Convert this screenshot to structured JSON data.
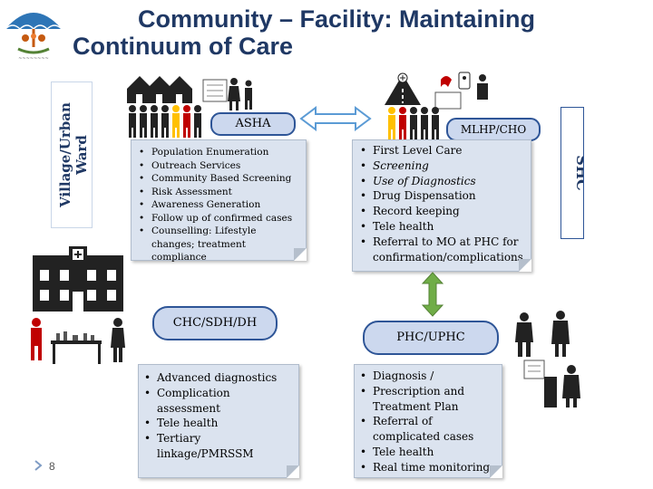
{
  "title": {
    "line1": "Community – Facility: Maintaining",
    "line2": "Continuum of Care"
  },
  "side_labels": {
    "left": "Village/Urban Ward",
    "left_line1": "Village/Urban",
    "left_line2": "Ward",
    "right": "SHC"
  },
  "asha": {
    "label": "ASHA",
    "items": [
      "Population Enumeration",
      "Outreach Services",
      "Community Based Screening",
      "Risk Assessment",
      "Awareness Generation",
      "Follow up of confirmed cases",
      "Counselling: Lifestyle changes; treatment compliance"
    ]
  },
  "mlhp": {
    "label": "MLHP/CHO",
    "items": [
      "First Level Care",
      "Screening",
      "Use of Diagnostics",
      "Drug Dispensation",
      "Record keeping",
      "Tele health",
      "Referral to MO at PHC for confirmation/complications"
    ]
  },
  "chc": {
    "label": "CHC/SDH/DH",
    "items": [
      "Advanced diagnostics",
      "Complication assessment",
      "Tele health",
      " Tertiary linkage/PMRSSM"
    ]
  },
  "phc": {
    "label": "PHC/UPHC",
    "items": [
      "Diagnosis /",
      " Prescription and Treatment Plan",
      "Referral of complicated cases",
      "Tele health",
      "Real time monitoring"
    ]
  },
  "page_number": "8",
  "colors": {
    "title": "#1f3864",
    "pill_fill": "#ccd8ee",
    "pill_border": "#2e5597",
    "arrow_green": "#70ad47",
    "arrow_blue": "#5b9bd5",
    "note_fill": "#dbe3ef"
  }
}
